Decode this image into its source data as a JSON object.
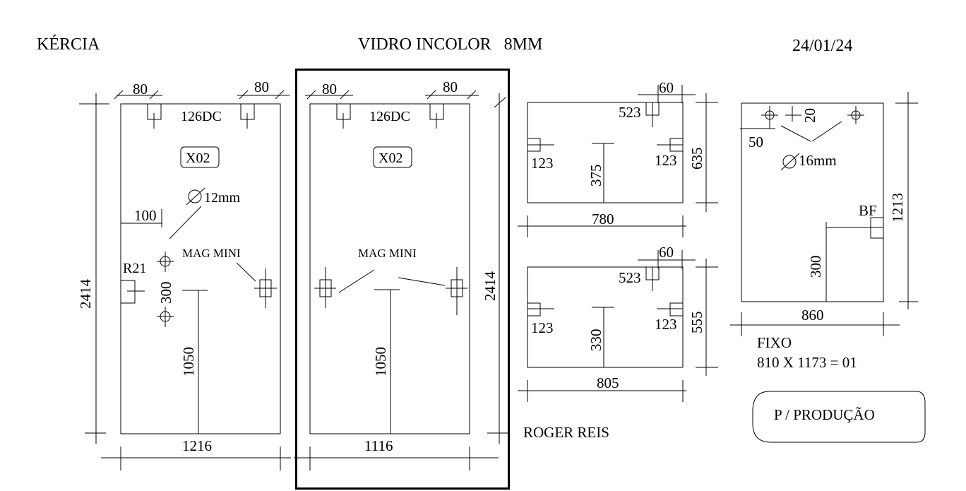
{
  "header": {
    "client": "KÉRCIA",
    "material": "VIDRO INCOLOR   8MM",
    "date": "24/01/24"
  },
  "panel_1": {
    "top_left_dim": "80",
    "top_right_dim": "80",
    "hinge_label": "126DC",
    "code": "X02",
    "hole_label": "12mm",
    "left_offset": "100",
    "lock_label": "R21",
    "hole_spacing": "300",
    "mag_label": "MAG MINI",
    "handle_height": "1050",
    "height": "2414",
    "width": "1216"
  },
  "panel_2": {
    "top_left_dim": "80",
    "top_right_dim": "80",
    "hinge_label": "126DC",
    "code": "X02",
    "mag_label": "MAG MINI",
    "handle_height": "1050",
    "height": "2414",
    "width": "1116"
  },
  "panel_3": {
    "top_dim": "60",
    "hinge_label": "523",
    "left_clip": "123",
    "right_clip": "123",
    "center_height": "375",
    "height": "635",
    "width": "780"
  },
  "panel_4": {
    "top_dim": "60",
    "hinge_label": "523",
    "left_clip": "123",
    "right_clip": "123",
    "center_height": "330",
    "height": "555",
    "width": "805"
  },
  "panel_5": {
    "top_dim": "20",
    "left_dim": "50",
    "hole_label": "16mm",
    "bf_label": "BF",
    "bf_height": "300",
    "height": "1213",
    "width": "860"
  },
  "notes": {
    "fixed_label": "FIXO",
    "fixed_dims": "810 X 1173 = 01",
    "designer": "ROGER REIS",
    "stamp": "P / PRODUÇÃO"
  }
}
